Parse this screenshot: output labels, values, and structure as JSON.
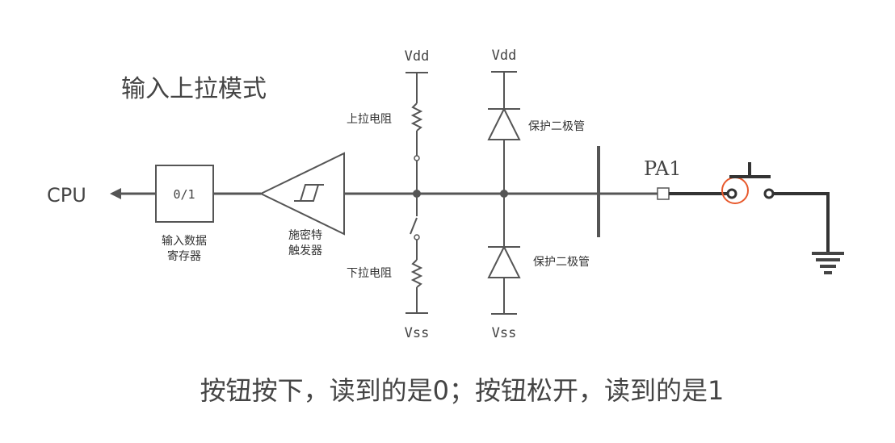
{
  "title": "输入上拉模式",
  "caption": "按钮按下，读到的是0；按钮松开，读到的是1",
  "cpu_label": "CPU",
  "register": {
    "value": "0/1",
    "name_line1": "输入数据",
    "name_line2": "寄存器"
  },
  "schmitt": {
    "name_line1": "施密特",
    "name_line2": "触发器"
  },
  "resistors": {
    "vdd_label": "Vdd",
    "vss_label": "Vss",
    "pull_up": "上拉电阻",
    "pull_down": "下拉电阻"
  },
  "diodes": {
    "vdd_label": "Vdd",
    "vss_label": "Vss",
    "top": "保护二极管",
    "bottom": "保护二极管"
  },
  "pin_label": "PA1",
  "colors": {
    "wire": "#555555",
    "switch": "#333333",
    "highlight": "#e8592c"
  }
}
